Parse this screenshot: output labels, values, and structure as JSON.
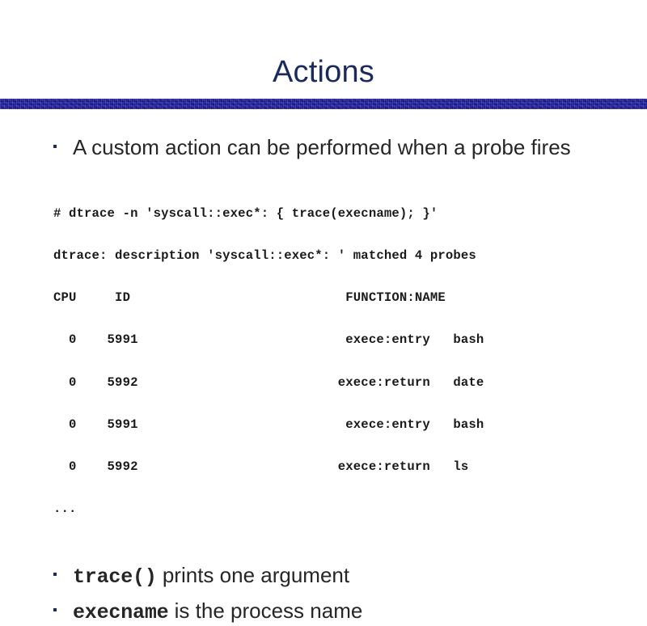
{
  "slide": {
    "title": "Actions",
    "accent_color": "#1c1ca0",
    "title_color": "#1b2a5e",
    "body_text_color": "#262626",
    "background_color": "#ffffff"
  },
  "bullets": {
    "first": "A custom action can be performed when a probe fires",
    "trace_code": "trace()",
    "trace_rest": " prints one argument",
    "execname_code": "execname",
    "execname_rest": " is the process name"
  },
  "code": {
    "lines": [
      "# dtrace -n 'syscall::exec*: { trace(execname); }'",
      "dtrace: description 'syscall::exec*: ' matched 4 probes",
      "CPU     ID                            FUNCTION:NAME",
      "  0    5991                           exece:entry   bash",
      "  0    5992                          exece:return   date",
      "  0    5991                           exece:entry   bash",
      "  0    5992                          exece:return   ls",
      "..."
    ]
  }
}
